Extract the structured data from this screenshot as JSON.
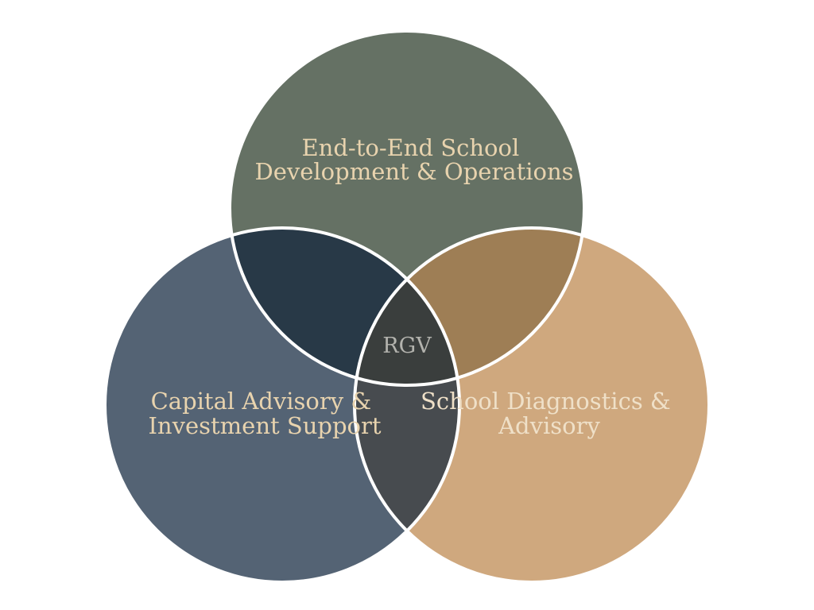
{
  "diagram": {
    "circles": [
      {
        "id": "top",
        "label_lines": [
          "End-to-End School",
          "Development & Operations"
        ],
        "fill": "#657164",
        "text_color": "#E8D3AE"
      },
      {
        "id": "left",
        "label_lines": [
          "Capital Advisory &",
          "Investment Support"
        ],
        "fill": "#546374",
        "text_color": "#E8D3AE"
      },
      {
        "id": "right",
        "label_lines": [
          "School Diagnostics &",
          "Advisory"
        ],
        "fill": "#CFA87E",
        "text_color": "#EFE0C8"
      }
    ],
    "overlaps": {
      "top_left": "#283947",
      "top_right": "#9E7E55",
      "left_right": "#474B4F",
      "center": "#3A3E3D"
    },
    "center_label": "RGV",
    "center_label_color": "#B3B3AE",
    "stroke_color": "#FFFFFF"
  }
}
